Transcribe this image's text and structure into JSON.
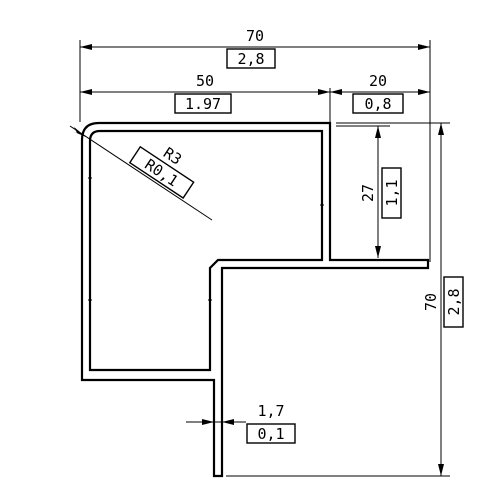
{
  "drawing": {
    "dimensions": {
      "overall_width": {
        "value": "70",
        "imperial": "2,8"
      },
      "inner_width": {
        "value": "50",
        "imperial": "1.97"
      },
      "right_width": {
        "value": "20",
        "imperial": "0,8"
      },
      "right_height": {
        "value": "27",
        "imperial": "1,1"
      },
      "overall_height": {
        "value": "70",
        "imperial": "2,8"
      },
      "radius": {
        "value": "R3",
        "imperial": "R0,1"
      },
      "thickness": {
        "value": "1,7",
        "imperial": "0,1"
      }
    }
  }
}
